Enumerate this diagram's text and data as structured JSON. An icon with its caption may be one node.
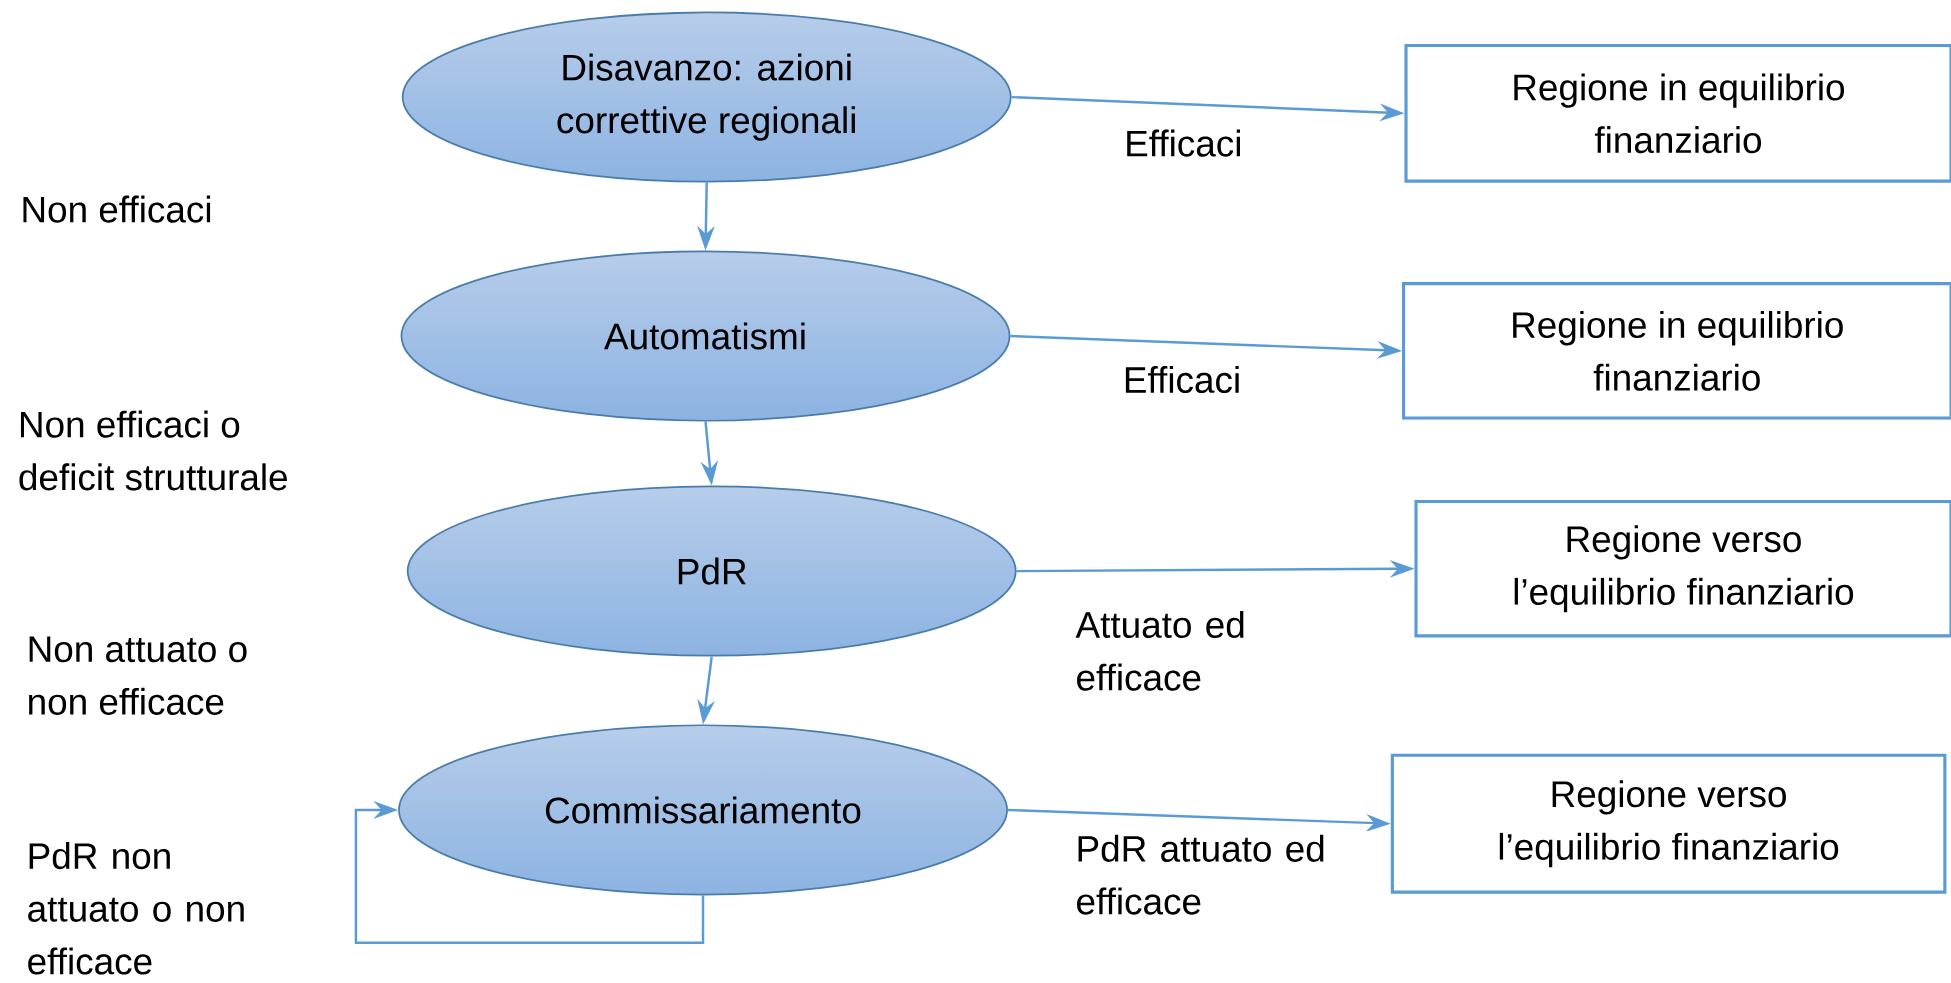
{
  "diagram": {
    "nodes": [
      {
        "text": [
          "Disavanzo: azioni correttive regionali"
        ]
      },
      {
        "text": [
          "Regione in equilibrio finanziario"
        ]
      },
      {
        "text": [
          "Automatismi"
        ]
      },
      {
        "text": [
          "Regione in equilibrio finanziario"
        ]
      },
      {
        "text": [
          "PdR"
        ]
      },
      {
        "text": [
          "Regione verso l’equilibrio finanziario"
        ]
      },
      {
        "text": [
          "Commissariamento"
        ]
      },
      {
        "text": [
          "Regione verso l’equilibrio finanziario"
        ]
      }
    ],
    "edges": [
      {
        "from": 0,
        "to": 1,
        "arrow": "to",
        "label": "Efficaci"
      },
      {
        "from": 0,
        "to": 2,
        "arrow": "to"
      },
      {
        "from": 2,
        "to": 3,
        "arrow": "to",
        "label": "Efficaci"
      },
      {
        "from": 2,
        "to": 4,
        "arrow": "to"
      },
      {
        "from": 4,
        "to": 5,
        "arrow": "to",
        "label": "Attuato ed efficace"
      },
      {
        "from": 4,
        "to": 6,
        "arrow": "to"
      },
      {
        "from": 6,
        "to": 7,
        "arrow": "to",
        "label": "PdR attuato ed efficace"
      },
      {
        "from": 6,
        "to": 6,
        "arrow": "to",
        "label": "PdR non attuato o non efficace"
      }
    ],
    "labels": [
      "Non efficaci",
      "Non efficaci o deficit strutturale",
      "Non attuato o non efficace"
    ]
  }
}
